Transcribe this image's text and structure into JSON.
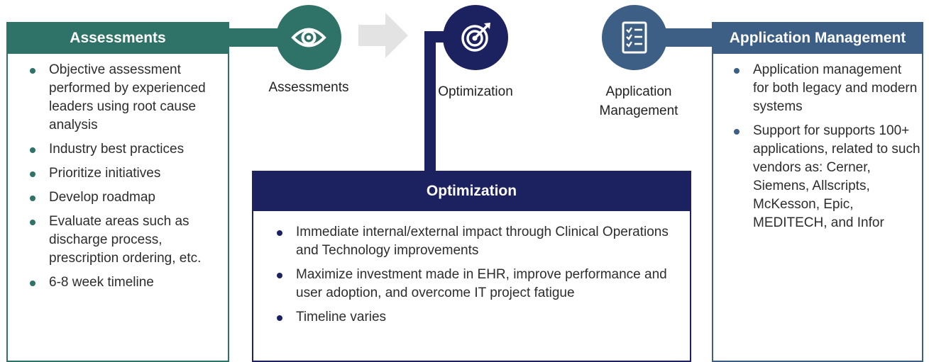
{
  "colors": {
    "assessments": "#2f7268",
    "optimization": "#1c2260",
    "application_management": "#3d5f85",
    "arrow": "#e3e3e3"
  },
  "steps": [
    {
      "label": "Assessments",
      "icon": "eye-icon"
    },
    {
      "label": "Optimization",
      "icon": "target-icon"
    },
    {
      "label": "Application Management",
      "label_lines": [
        "Application",
        "Management"
      ],
      "icon": "checklist-icon"
    }
  ],
  "assessments_panel": {
    "title": "Assessments",
    "bullets": [
      "Objective assessment performed by experienced leaders using root cause analysis",
      "Industry best practices",
      "Prioritize initiatives",
      "Develop roadmap",
      "Evaluate areas such as discharge process, prescription ordering, etc.",
      "6-8 week timeline"
    ]
  },
  "optimization_panel": {
    "title": "Optimization",
    "bullets": [
      "Immediate internal/external impact through Clinical Operations and Technology improvements",
      "Maximize investment made in EHR, improve performance and user adoption, and overcome IT project fatigue",
      "Timeline varies"
    ]
  },
  "application_panel": {
    "title": "Application Management",
    "bullets": [
      "Application management for both legacy and modern systems",
      "Support for supports 100+ applications, related to such vendors as: Cerner, Siemens, Allscripts, McKesson, Epic, MEDITECH, and Infor"
    ]
  }
}
